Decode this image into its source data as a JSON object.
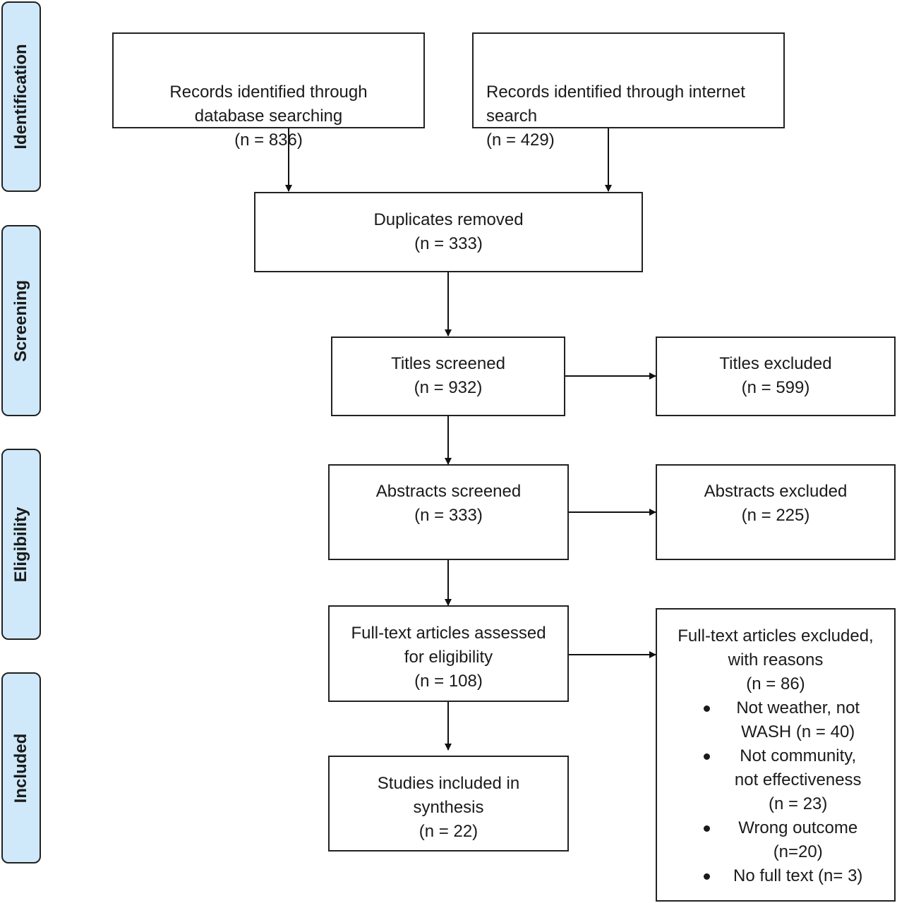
{
  "stages": [
    {
      "id": "identification",
      "label": "Identification"
    },
    {
      "id": "screening",
      "label": "Screening"
    },
    {
      "id": "eligibility",
      "label": "Eligibility"
    },
    {
      "id": "included",
      "label": "Included"
    }
  ],
  "boxes": {
    "database": {
      "lines": [
        "Records identified through",
        "database searching",
        "(n =  836)"
      ]
    },
    "internet": {
      "lines": [
        "Records identified through internet",
        "search",
        "(n = 429)"
      ]
    },
    "duplicates": {
      "lines": [
        "Duplicates removed",
        "(n = 333)"
      ]
    },
    "titles_screened": {
      "lines": [
        "Titles screened",
        "(n = 932)"
      ]
    },
    "titles_excluded": {
      "lines": [
        "Titles excluded",
        "(n = 599)"
      ]
    },
    "abstracts_screened": {
      "lines": [
        "Abstracts screened",
        "(n = 333)"
      ]
    },
    "abstracts_excluded": {
      "lines": [
        "Abstracts excluded",
        "(n = 225)"
      ]
    },
    "fulltext_assessed": {
      "lines": [
        "Full-text articles assessed",
        "for eligibility",
        "(n = 108)"
      ]
    },
    "fulltext_excluded": {
      "lines": [
        "Full-text articles excluded,",
        "with reasons",
        "(n = 86)"
      ],
      "reasons": [
        [
          "Not weather, not",
          "WASH (n = 40)"
        ],
        [
          "Not community,",
          "not effectiveness",
          "(n = 23)"
        ],
        [
          "Wrong outcome",
          "(n=20)"
        ],
        [
          "No full text (n= 3)"
        ]
      ]
    },
    "included": {
      "lines": [
        "Studies included in",
        "synthesis",
        "(n = 22)"
      ]
    }
  }
}
